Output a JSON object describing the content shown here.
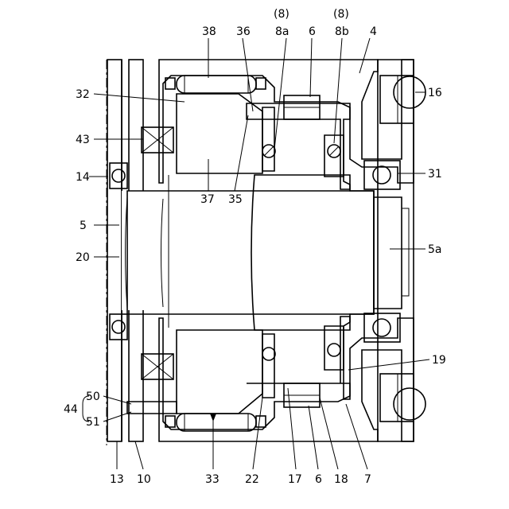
{
  "labels": {
    "l38": "38",
    "l36": "36",
    "l8a_group": "(8)",
    "l8a": "8a",
    "l6_top": "6",
    "l8b_group": "(8)",
    "l8b": "8b",
    "l4": "4",
    "l32": "32",
    "l16": "16",
    "l43": "43",
    "l14": "14",
    "l31": "31",
    "l37": "37",
    "l35": "35",
    "l5": "5",
    "l5a": "5a",
    "l20": "20",
    "l19": "19",
    "l44": "44",
    "l50": "50",
    "l51": "51",
    "l13": "13",
    "l10": "10",
    "l33": "33",
    "l22": "22",
    "l17": "17",
    "l6_bottom": "6",
    "l18": "18",
    "l7": "7"
  }
}
